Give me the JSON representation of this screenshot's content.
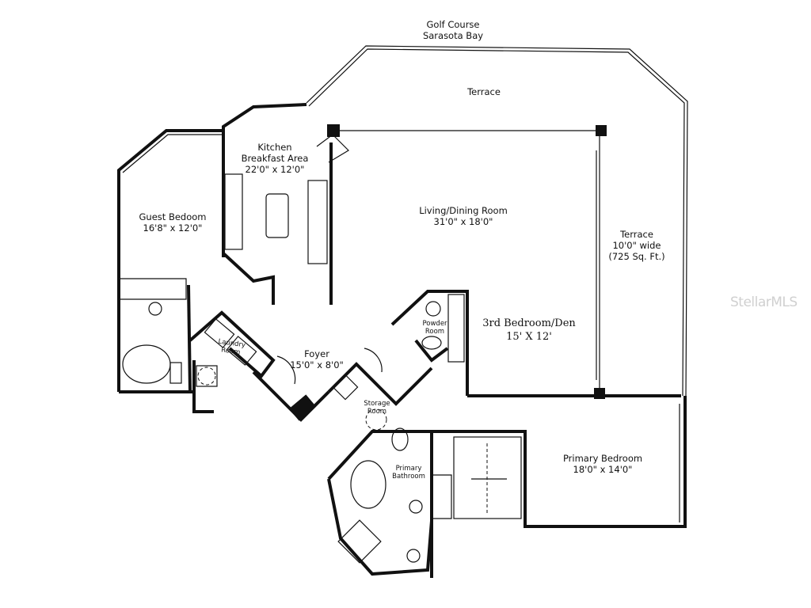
{
  "header": {
    "line1": "Golf Course",
    "line2": "Sarasota Bay"
  },
  "rooms": {
    "terrace_top": {
      "name": "Terrace"
    },
    "kitchen": {
      "name1": "Kitchen",
      "name2": "Breakfast Area",
      "size": "22'0\" x 12'0\""
    },
    "guest_bedroom": {
      "name": "Guest Bedoom",
      "size": "16'8\" x 12'0\""
    },
    "living_dining": {
      "name": "Living/Dining Room",
      "size": "31'0\" x 18'0\""
    },
    "terrace_side": {
      "name": "Terrace",
      "width": "10'0\" wide",
      "area": "(725 Sq. Ft.)"
    },
    "third_bedroom": {
      "name": "3rd Bedroom/Den",
      "size": "15' X 12'"
    },
    "powder_room": {
      "name1": "Powder",
      "name2": "Room"
    },
    "laundry_room": {
      "name1": "Laundry",
      "name2": "Room"
    },
    "foyer": {
      "name": "Foyer",
      "size": "15'0\" x 8'0\""
    },
    "storage_room": {
      "name1": "Storage",
      "name2": "Room"
    },
    "primary_bathroom": {
      "name1": "Primary",
      "name2": "Bathroom"
    },
    "primary_bedroom": {
      "name": "Primary Bedroom",
      "size": "18'0\" x 14'0\""
    }
  },
  "watermark": "StellarMLS"
}
